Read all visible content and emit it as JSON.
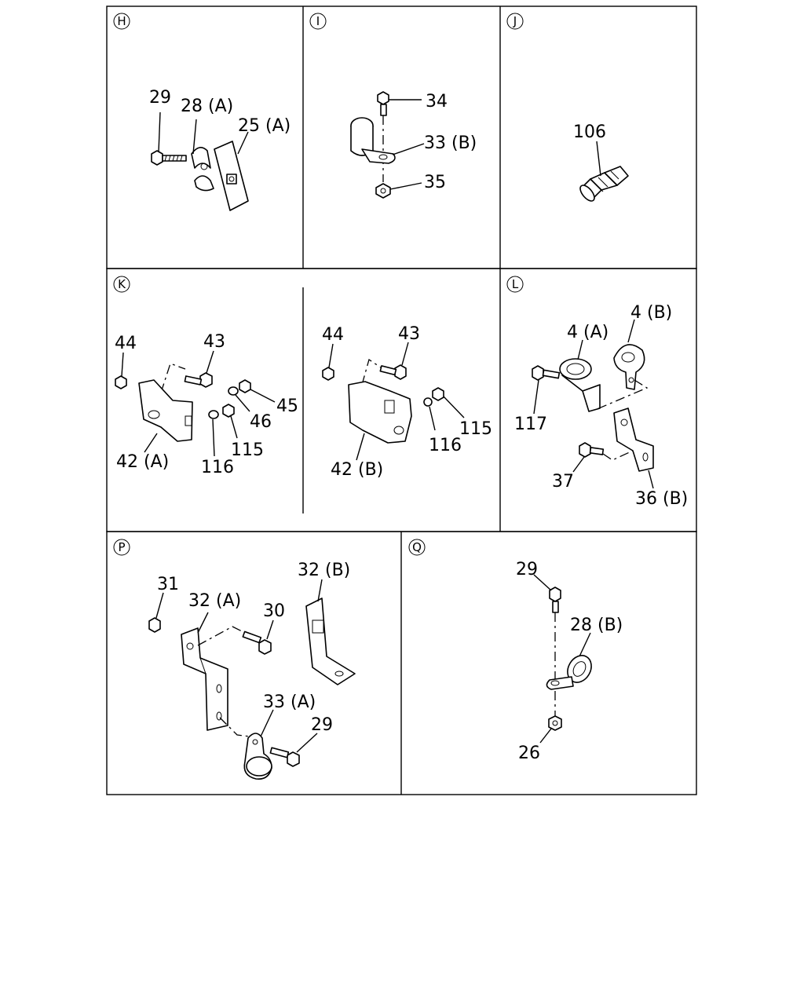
{
  "panels": [
    {
      "id": "H",
      "parts": [
        {
          "key": "h29",
          "label": "29"
        },
        {
          "key": "h28",
          "label": "28 (A)"
        },
        {
          "key": "h25",
          "label": "25 (A)"
        }
      ]
    },
    {
      "id": "I",
      "parts": [
        {
          "key": "i34",
          "label": "34"
        },
        {
          "key": "i33",
          "label": "33 (B)"
        },
        {
          "key": "i35",
          "label": "35"
        }
      ]
    },
    {
      "id": "J",
      "parts": [
        {
          "key": "j106",
          "label": "106"
        }
      ]
    },
    {
      "id": "K",
      "parts": [
        {
          "key": "k44a",
          "label": "44"
        },
        {
          "key": "k43a",
          "label": "43"
        },
        {
          "key": "k45",
          "label": "45"
        },
        {
          "key": "k46",
          "label": "46"
        },
        {
          "key": "k115a",
          "label": "115"
        },
        {
          "key": "k116a",
          "label": "116"
        },
        {
          "key": "k42a",
          "label": "42 (A)"
        },
        {
          "key": "k44b",
          "label": "44"
        },
        {
          "key": "k43b",
          "label": "43"
        },
        {
          "key": "k115b",
          "label": "115"
        },
        {
          "key": "k116b",
          "label": "116"
        },
        {
          "key": "k42b",
          "label": "42 (B)"
        }
      ]
    },
    {
      "id": "L",
      "parts": [
        {
          "key": "l4b",
          "label": "4 (B)"
        },
        {
          "key": "l4a",
          "label": "4 (A)"
        },
        {
          "key": "l117",
          "label": "117"
        },
        {
          "key": "l37",
          "label": "37"
        },
        {
          "key": "l36",
          "label": "36 (B)"
        }
      ]
    },
    {
      "id": "P",
      "parts": [
        {
          "key": "p31",
          "label": "31"
        },
        {
          "key": "p32a",
          "label": "32 (A)"
        },
        {
          "key": "p32b",
          "label": "32 (B)"
        },
        {
          "key": "p30",
          "label": "30"
        },
        {
          "key": "p33a",
          "label": "33 (A)"
        },
        {
          "key": "p29",
          "label": "29"
        }
      ]
    },
    {
      "id": "Q",
      "parts": [
        {
          "key": "q29",
          "label": "29"
        },
        {
          "key": "q28",
          "label": "28 (B)"
        },
        {
          "key": "q26",
          "label": "26"
        }
      ]
    }
  ]
}
